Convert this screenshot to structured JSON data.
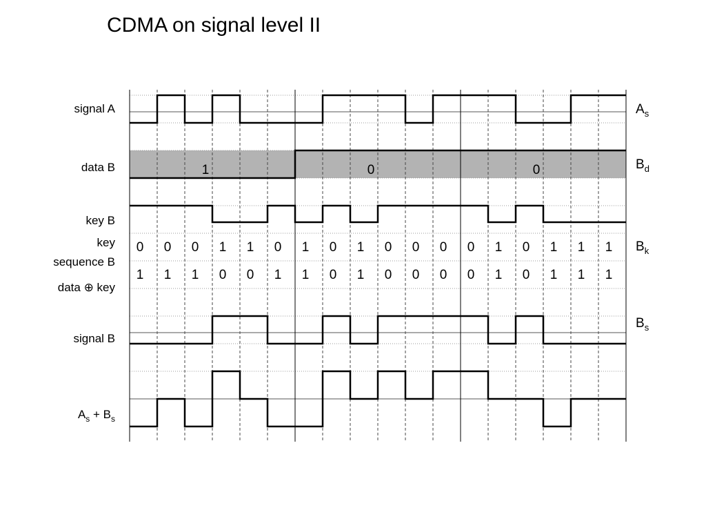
{
  "title": "CDMA on signal level II",
  "row_labels": {
    "signal_a": "signal A",
    "data_b": "data B",
    "key_b": "key B",
    "key_seq_line1": "key",
    "key_seq_line2": "sequence B",
    "data_xor_key": "data ⊕ key",
    "signal_b": "signal B",
    "sum_main": "A",
    "sum_sub1": "s",
    "sum_plus": " + B",
    "sum_sub2": "s"
  },
  "right_labels": [
    {
      "main": "A",
      "sub": "s"
    },
    {
      "main": "B",
      "sub": "d"
    },
    {
      "main": "B",
      "sub": "k"
    },
    {
      "main": "B",
      "sub": "s"
    }
  ],
  "signal_a_bits": [
    0,
    1,
    0,
    1,
    0,
    0,
    0,
    1,
    1,
    1,
    0,
    1,
    1,
    1,
    0,
    0,
    1,
    1
  ],
  "data_b_bits": [
    "1",
    "0",
    "0"
  ],
  "key_b_bits": [
    1,
    1,
    1,
    0,
    0,
    1,
    0,
    1,
    0,
    1,
    1,
    1,
    1,
    0,
    1,
    0,
    0,
    0
  ],
  "key_sequence": [
    "0",
    "0",
    "0",
    "1",
    "1",
    "0",
    "1",
    "0",
    "1",
    "0",
    "0",
    "0",
    "0",
    "1",
    "0",
    "1",
    "1",
    "1"
  ],
  "data_xor_key_values": [
    "1",
    "1",
    "1",
    "0",
    "0",
    "1",
    "1",
    "0",
    "1",
    "0",
    "0",
    "0",
    "0",
    "1",
    "0",
    "1",
    "1",
    "1"
  ],
  "signal_b_bits": [
    0,
    0,
    0,
    1,
    1,
    0,
    0,
    1,
    0,
    1,
    1,
    1,
    1,
    0,
    1,
    0,
    0,
    0
  ],
  "sum_levels": [
    0,
    1,
    0,
    2,
    1,
    0,
    0,
    2,
    1,
    2,
    1,
    2,
    2,
    1,
    1,
    0,
    1,
    1
  ],
  "colors": {
    "data_fill": "#b3b3b3",
    "line": "#000000",
    "guide": "#888888"
  }
}
